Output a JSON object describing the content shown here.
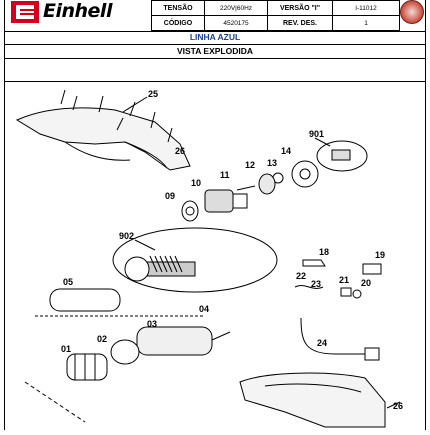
{
  "header": {
    "brand": "Einhell",
    "rows": [
      {
        "label": "TENSÃO",
        "value": "220V|60Hz",
        "label2": "VERSÃO \"I\"",
        "value2": "I-11012"
      },
      {
        "label": "CÓDIGO",
        "value": "4520175",
        "label2": "REV. DES.",
        "value2": "1"
      }
    ]
  },
  "line_title": "LINHA AZUL",
  "section_title": "VISTA EXPLODIDA",
  "part_numbers": [
    "25",
    "26",
    "901",
    "14",
    "13",
    "12",
    "11",
    "10",
    "09",
    "902",
    "18",
    "19",
    "22",
    "23",
    "21",
    "20",
    "05",
    "04",
    "03",
    "02",
    "01",
    "24",
    "26"
  ],
  "colors": {
    "brand_red": "#d6001c",
    "line_blue": "#1a3f9a"
  }
}
